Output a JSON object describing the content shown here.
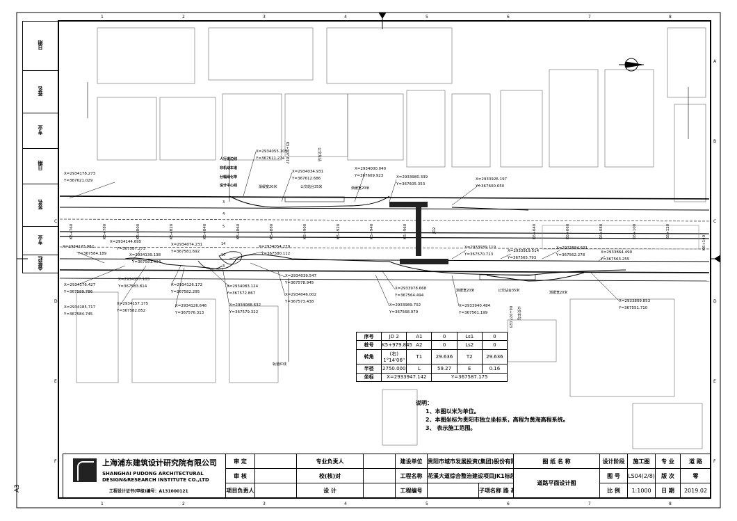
{
  "sheet": {
    "paper_size": "A3",
    "grid_columns": [
      "1",
      "2",
      "3",
      "4",
      "5",
      "6",
      "7",
      "8"
    ],
    "grid_rows": [
      "A",
      "B",
      "C",
      "D",
      "E",
      "F"
    ]
  },
  "side_strip": {
    "cells": [
      "日期",
      "签名",
      "专业",
      "日期",
      "签名",
      "专业",
      "会签栏"
    ]
  },
  "title_block": {
    "firm_cn": "上海浦东建筑设计研究院有限公司",
    "firm_en_1": "SHANGHAI PUDONG ARCHITECTURAL",
    "firm_en_2": "DESIGN&RESEARCH INSTITUTE CO.,LTD",
    "cert": "工程设计证书(甲级)编号：A131000121",
    "approve": "审 定",
    "review": "审 核",
    "project_lead": "项目负责人",
    "discipline_lead": "专业负责人",
    "check": "校(核)对",
    "design": "设 计",
    "client_label": "建设单位",
    "client": "贵阳市城市发展投资(集团)股份有限公司",
    "project_label": "工程名称",
    "project": "花溪大道综合整治建设项目JK1标段",
    "project_no_label": "工程编号",
    "sub_label": "子项名称",
    "sub": "路 基 工 程",
    "drawing_name_label": "图 纸 名 称",
    "drawing_name": "道路平面设计图",
    "stage_label": "设计阶段",
    "stage": "施工图",
    "discipline_label": "专 业",
    "discipline": "道 路",
    "drawing_no_label": "图 号",
    "drawing_no": "LS04(2/8)",
    "version_label": "版 次",
    "version": "零",
    "scale_label": "比 例",
    "scale": "1:1000",
    "date_label": "日 期",
    "date": "2019.02"
  },
  "jd_table": {
    "rows": [
      [
        "序号",
        "JD 2",
        "A1",
        "0",
        "Ls1",
        "0"
      ],
      [
        "桩号",
        "K5+979.845",
        "A2",
        "0",
        "Ls2",
        "0"
      ],
      [
        "转角",
        "(右) 1°14'06\"",
        "T1",
        "29.636",
        "T2",
        "29.636"
      ],
      [
        "半径",
        "2750.000",
        "L",
        "59.27",
        "E",
        "0.16"
      ]
    ],
    "coord_label": "坐标",
    "coord_x": "X=2933947.142",
    "coord_y": "Y=367587.175"
  },
  "notes": {
    "title": "说明：",
    "items": [
      "1、本图以米为单位。",
      "2、本图坐标为贵阳市独立坐标系，高程为黄海高程系统。",
      "3、  表示施工范围。"
    ]
  },
  "legend_labels": [
    "人行道边线",
    "非机动车道",
    "分幅绿化带",
    "设计中心线"
  ],
  "stations": [
    "K5+760",
    "K5+780",
    "K5+800",
    "K5+820",
    "K5+840",
    "K5+860",
    "K5+880",
    "K5+900",
    "K5+920",
    "K5+940",
    "K5+960",
    "JD2",
    "K6+040",
    "K6+060",
    "K6+080",
    "K6+100",
    "K6+120",
    "K6+140"
  ],
  "dims": [
    "3",
    "4",
    "5",
    "14",
    "10",
    "3"
  ],
  "annotations": {
    "a1": "渐缓宽20米",
    "a2": "公交站台35米",
    "a3": "渐缓宽20米",
    "b1": "渐缓宽20米",
    "b2": "公交站台35米",
    "b3": "渐缓宽20米",
    "bus_top": "公交车站",
    "bus_bottom": "公交车站",
    "k_top": "K5+907.817",
    "k_bottom": "K6+027.023",
    "rail": "轨道红线"
  },
  "coords": [
    {
      "x": "X=2934178.273",
      "y": "Y=367621.029"
    },
    {
      "x": "X=2934055.105",
      "y": "Y=367611.274"
    },
    {
      "x": "X=2934034.931",
      "y": "Y=367612.686"
    },
    {
      "x": "X=2934000.040",
      "y": "Y=367609.923"
    },
    {
      "x": "X=2933980.339",
      "y": "Y=367605.353"
    },
    {
      "x": "X=2933926.197",
      "y": "Y=367600.650"
    },
    {
      "x": "X=2934173.982",
      "y": "Y=367584.189"
    },
    {
      "x": "X=2934144.695",
      "y": "Y=367587.273"
    },
    {
      "x": "X=2934139.138",
      "y": "Y=367581.494"
    },
    {
      "x": "X=2934074.231",
      "y": "Y=367581.692"
    },
    {
      "x": "X=2934054.279",
      "y": "Y=367580.112"
    },
    {
      "x": "X=2933939.119",
      "y": "Y=367570.713"
    },
    {
      "x": "X=2933919.514",
      "y": "Y=367565.793"
    },
    {
      "x": "X=2933884.691",
      "y": "Y=367562.278"
    },
    {
      "x": "X=2933864.490",
      "y": "Y=367563.255"
    },
    {
      "x": "X=2934157.103",
      "y": "Y=367583.814"
    },
    {
      "x": "X=2934176.427",
      "y": "Y=367589.786"
    },
    {
      "x": "X=2934126.172",
      "y": "Y=367582.295"
    },
    {
      "x": "X=2934083.124",
      "y": "Y=367572.867"
    },
    {
      "x": "X=2934039.547",
      "y": "Y=367578.945"
    },
    {
      "x": "X=2933978.668",
      "y": "Y=367564.494"
    },
    {
      "x": "X=2934185.717",
      "y": "Y=367584.745"
    },
    {
      "x": "X=2934157.175",
      "y": "Y=367582.852"
    },
    {
      "x": "X=2934126.646",
      "y": "Y=367576.313"
    },
    {
      "x": "X=2934088.632",
      "y": "Y=367579.322"
    },
    {
      "x": "X=2934046.002",
      "y": "Y=367573.438"
    },
    {
      "x": "X=2933989.702",
      "y": "Y=367568.979"
    },
    {
      "x": "X=2933940.484",
      "y": "Y=367561.199"
    },
    {
      "x": "X=2933809.853",
      "y": "Y=367551.710"
    }
  ]
}
